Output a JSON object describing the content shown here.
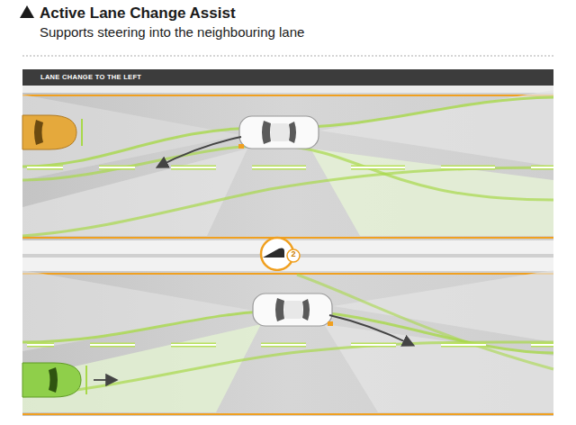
{
  "diagram": {
    "title": "Active Lane Change Assist",
    "nodes": [
      {
        "text": [
          "LANE CHANGE TO THE LEFT"
        ]
      }
    ],
    "labels": [
      "Supports steering into the neighbouring lane",
      "2"
    ]
  }
}
